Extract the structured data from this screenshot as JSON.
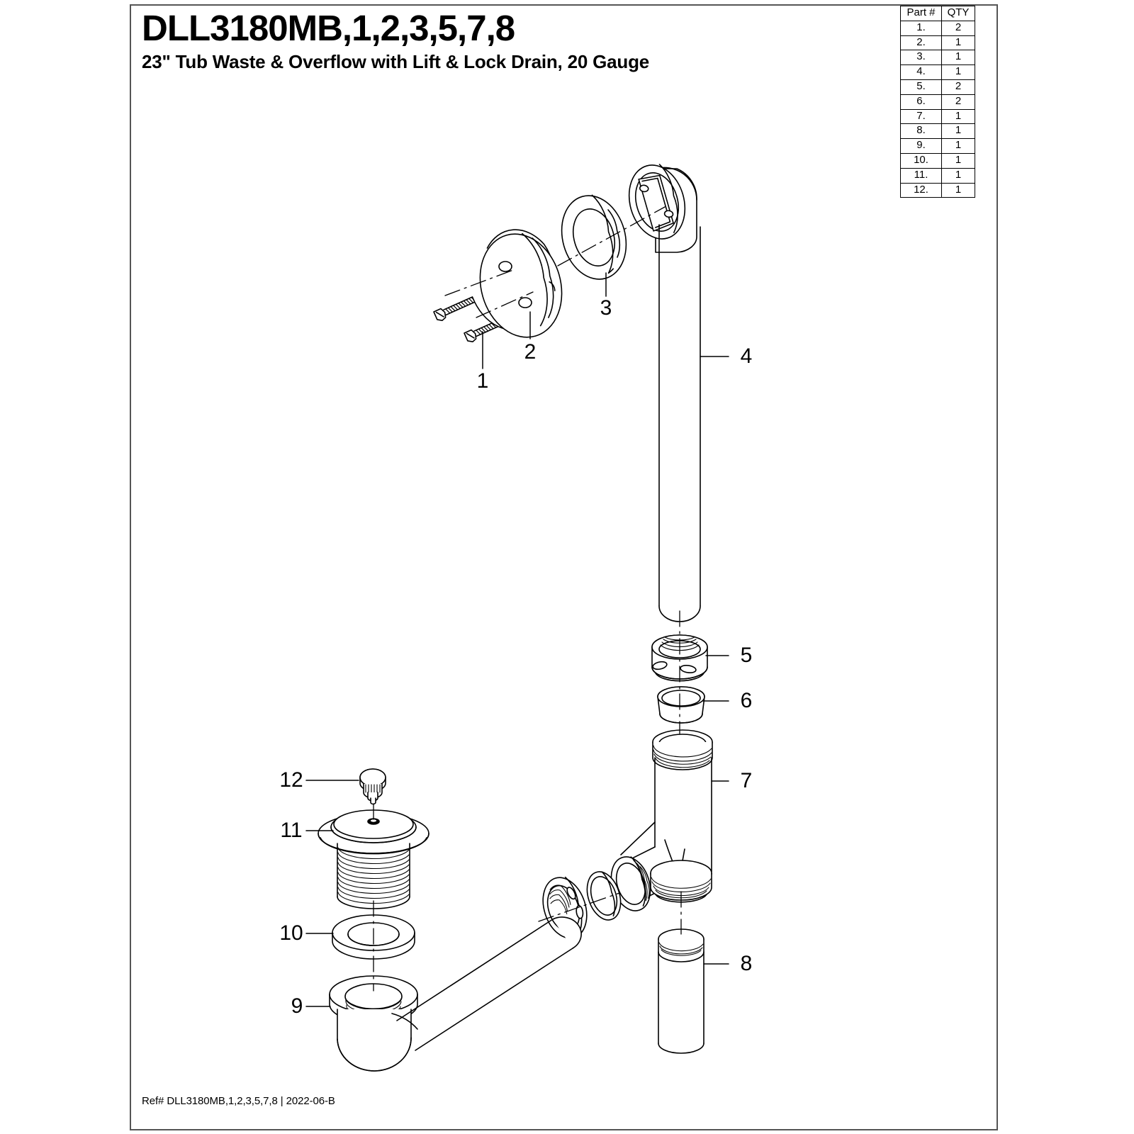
{
  "document": {
    "title": "DLL3180MB,1,2,3,5,7,8",
    "subtitle": "23\" Tub Waste & Overflow with Lift & Lock Drain, 20 Gauge",
    "footer_ref": "Ref# DLL3180MB,1,2,3,5,7,8 | 2022-06-B",
    "type": "exploded-parts-diagram"
  },
  "parts_table": {
    "headers": [
      "Part #",
      "QTY"
    ],
    "rows": [
      {
        "part": "1.",
        "qty": "2"
      },
      {
        "part": "2.",
        "qty": "1"
      },
      {
        "part": "3.",
        "qty": "1"
      },
      {
        "part": "4.",
        "qty": "1"
      },
      {
        "part": "5.",
        "qty": "2"
      },
      {
        "part": "6.",
        "qty": "2"
      },
      {
        "part": "7.",
        "qty": "1"
      },
      {
        "part": "8.",
        "qty": "1"
      },
      {
        "part": "9.",
        "qty": "1"
      },
      {
        "part": "10.",
        "qty": "1"
      },
      {
        "part": "11.",
        "qty": "1"
      },
      {
        "part": "12.",
        "qty": "1"
      }
    ]
  },
  "callouts": [
    {
      "id": "1",
      "label": "1"
    },
    {
      "id": "2",
      "label": "2"
    },
    {
      "id": "3",
      "label": "3"
    },
    {
      "id": "4",
      "label": "4"
    },
    {
      "id": "5",
      "label": "5"
    },
    {
      "id": "6",
      "label": "6"
    },
    {
      "id": "7",
      "label": "7"
    },
    {
      "id": "8",
      "label": "8"
    },
    {
      "id": "9",
      "label": "9"
    },
    {
      "id": "10",
      "label": "10"
    },
    {
      "id": "11",
      "label": "11"
    },
    {
      "id": "12",
      "label": "12"
    }
  ],
  "colors": {
    "line": "#000000",
    "frame": "#555555",
    "background": "#ffffff"
  }
}
